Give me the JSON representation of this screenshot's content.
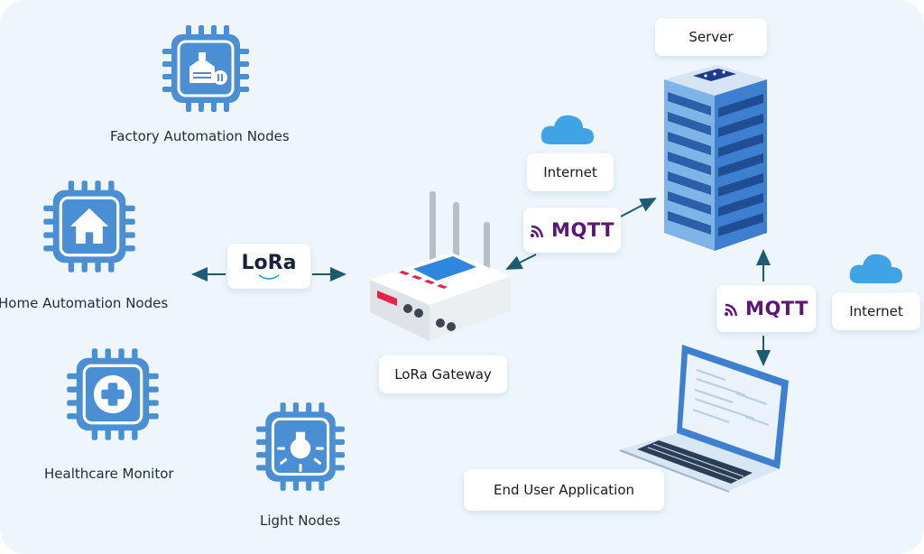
{
  "nodes": {
    "factory": "Factory Automation Nodes",
    "home": "Home Automation Nodes",
    "healthcare": "Healthcare Monitor",
    "light": "Light Nodes"
  },
  "lora_badge": "LoRa",
  "gateway_label": "LoRa Gateway",
  "server_label": "Server",
  "internet_top": "Internet",
  "internet_right": "Internet",
  "mqtt_top": "MQTT",
  "mqtt_right": "MQTT",
  "end_user_label": "End User Application",
  "colors": {
    "background": "#eef6fc",
    "chip": "#4a8fd4",
    "mqtt": "#5c1477",
    "arrow": "#1d5b73",
    "cloud": "#3fa3e6"
  },
  "icons": [
    "factory-icon",
    "home-icon",
    "medical-cross-icon",
    "light-bulb-icon",
    "cloud-icon",
    "router-icon",
    "server-rack-icon",
    "laptop-icon"
  ]
}
